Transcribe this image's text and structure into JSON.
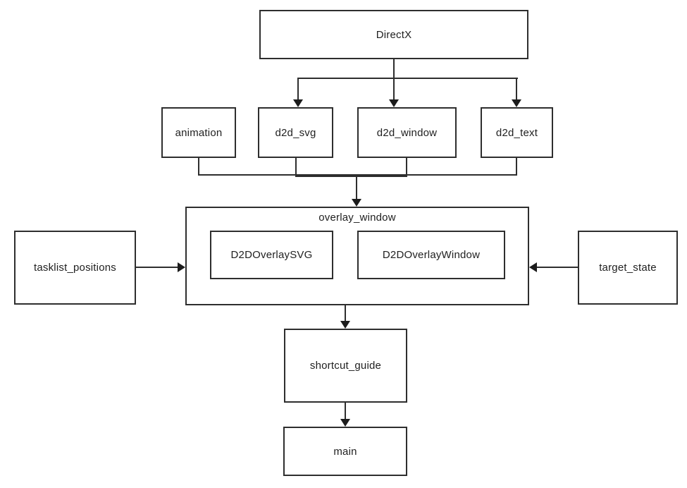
{
  "diagram": {
    "type": "module-dependency-flowchart",
    "colors": {
      "background": "#ffffff",
      "node_border": "#2e2e2e",
      "node_fill": "#ffffff",
      "line": "#2e2e2e",
      "arrowhead": "#1c1c1c",
      "text": "#212121"
    },
    "nodes": {
      "directx": {
        "label": "DirectX"
      },
      "animation": {
        "label": "animation"
      },
      "d2d_svg": {
        "label": "d2d_svg"
      },
      "d2d_window": {
        "label": "d2d_window"
      },
      "d2d_text": {
        "label": "d2d_text"
      },
      "overlay_window": {
        "label": "overlay_window"
      },
      "d2d_overlay_svg": {
        "label": "D2DOverlaySVG"
      },
      "d2d_overlay_window": {
        "label": "D2DOverlayWindow"
      },
      "tasklist_positions": {
        "label": "tasklist_positions"
      },
      "target_state": {
        "label": "target_state"
      },
      "shortcut_guide": {
        "label": "shortcut_guide"
      },
      "main": {
        "label": "main"
      }
    },
    "containment": [
      {
        "parent": "overlay_window",
        "children": [
          "D2DOverlaySVG",
          "D2DOverlayWindow"
        ]
      }
    ],
    "edges": [
      {
        "from": "DirectX",
        "to": "d2d_svg",
        "arrow": true
      },
      {
        "from": "DirectX",
        "to": "d2d_window",
        "arrow": true
      },
      {
        "from": "DirectX",
        "to": "d2d_text",
        "arrow": true
      },
      {
        "from": "animation",
        "to": "overlay_window",
        "arrow": true
      },
      {
        "from": "d2d_svg",
        "to": "overlay_window",
        "arrow": true
      },
      {
        "from": "d2d_window",
        "to": "overlay_window",
        "arrow": true
      },
      {
        "from": "d2d_text",
        "to": "overlay_window",
        "arrow": true
      },
      {
        "from": "tasklist_positions",
        "to": "overlay_window",
        "arrow": true
      },
      {
        "from": "target_state",
        "to": "overlay_window",
        "arrow": true
      },
      {
        "from": "overlay_window",
        "to": "shortcut_guide",
        "arrow": true
      },
      {
        "from": "shortcut_guide",
        "to": "main",
        "arrow": true
      }
    ]
  }
}
